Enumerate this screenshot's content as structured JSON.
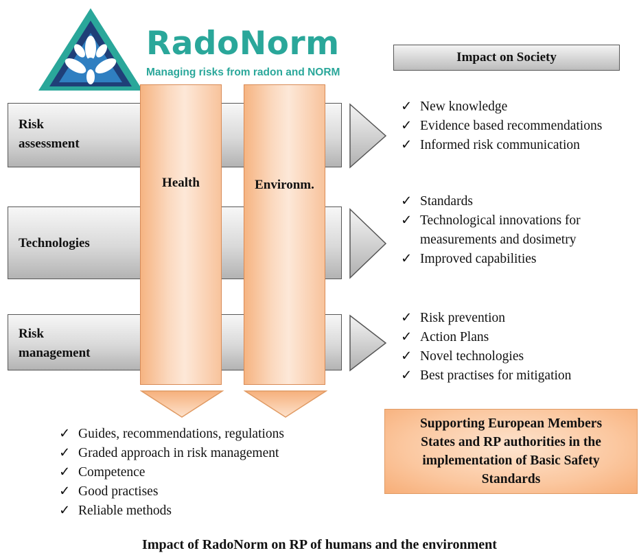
{
  "logo": {
    "name": "RadoNorm",
    "tagline": "Managing risks from radon and NORM",
    "colors": {
      "teal": "#2aa79a",
      "navy": "#1f3f78",
      "blue": "#2f7fc1"
    }
  },
  "impact_header": "Impact on Society",
  "rows": [
    {
      "label_line1": "Risk",
      "label_line2": "assessment"
    },
    {
      "label": "Technologies"
    },
    {
      "label_line1": "Risk",
      "label_line2": "management"
    }
  ],
  "columns": [
    {
      "label": "Health"
    },
    {
      "label": "Environm."
    }
  ],
  "impact_lists": [
    [
      "New knowledge",
      "Evidence based recommendations",
      "Informed risk communication"
    ],
    [
      "Standards",
      "Technological innovations for",
      "measurements and dosimetry",
      "Improved capabilities"
    ],
    [
      "Risk prevention",
      "Action Plans",
      "Novel technologies",
      "Best practises for mitigation"
    ]
  ],
  "bottom_list": [
    "Guides, recommendations, regulations",
    "Graded approach in risk management",
    "Competence",
    "Good practises",
    "Reliable methods"
  ],
  "support_box": {
    "line1": "Supporting European Members",
    "line2": "States and RP authorities in the",
    "line3": "implementation of Basic Safety",
    "line4": "Standards"
  },
  "caption": "Impact of RadoNorm on RP of humans and the environment",
  "check_glyph": "✓",
  "colors": {
    "orange_fill": "#f8c39c",
    "orange_border": "#d88a55",
    "gray_fill": "#d9d9d9"
  }
}
